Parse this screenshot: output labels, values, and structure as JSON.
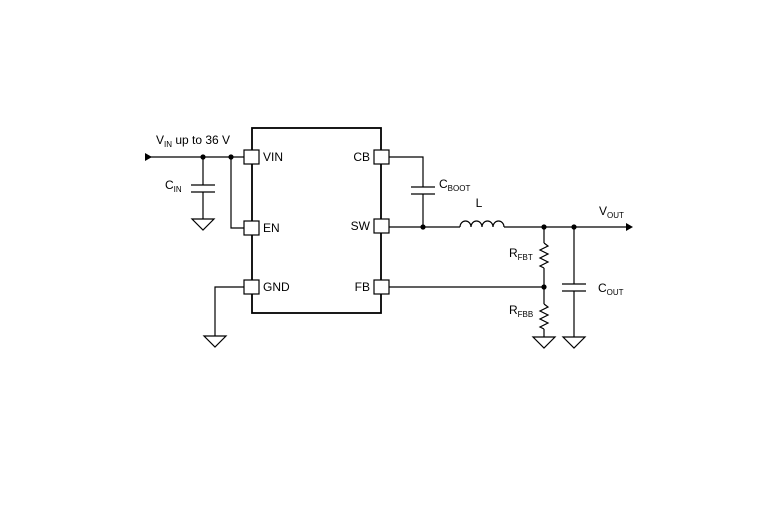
{
  "input": {
    "label_main": "V",
    "label_sub": "IN",
    "label_suffix": " up to 36 V"
  },
  "ic": {
    "pins_left": [
      "VIN",
      "EN",
      "GND"
    ],
    "pins_right": [
      "CB",
      "SW",
      "FB"
    ]
  },
  "components": {
    "c_in": {
      "main": "C",
      "sub": "IN"
    },
    "c_boot": {
      "main": "C",
      "sub": "BOOT"
    },
    "inductor": {
      "main": "L"
    },
    "r_fbt": {
      "main": "R",
      "sub": "FBT"
    },
    "r_fbb": {
      "main": "R",
      "sub": "FBB"
    },
    "c_out": {
      "main": "C",
      "sub": "OUT"
    }
  },
  "output": {
    "label_main": "V",
    "label_sub": "OUT"
  }
}
